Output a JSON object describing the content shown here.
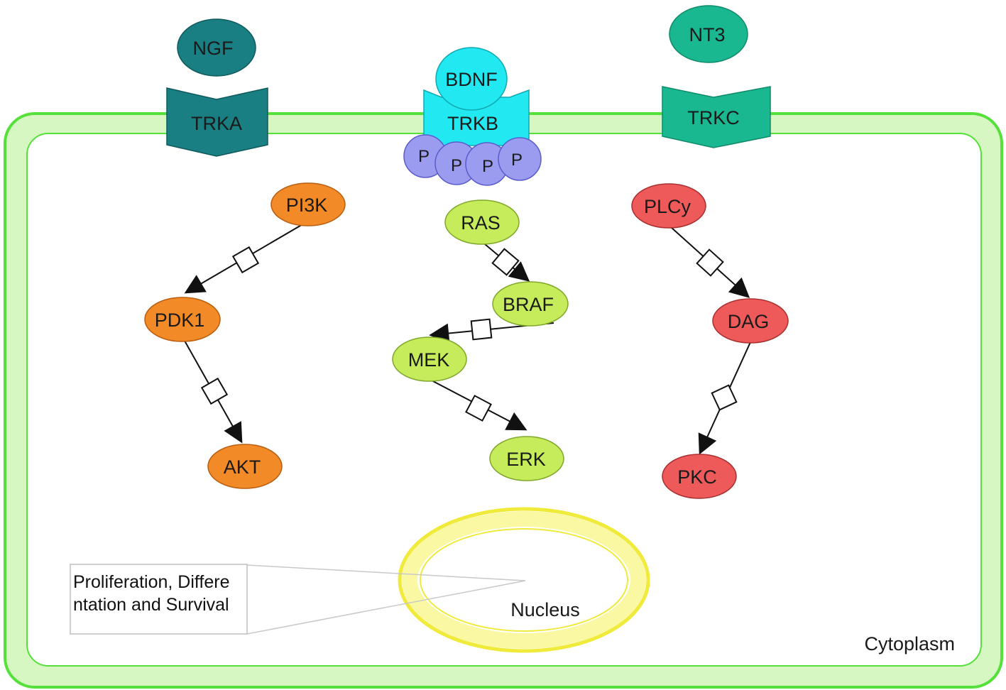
{
  "compartments": {
    "cytoplasm_label": "Cytoplasm",
    "nucleus_label": "Nucleus"
  },
  "ligands": {
    "ngf": "NGF",
    "bdnf": "BDNF",
    "nt3": "NT3"
  },
  "receptors": {
    "trka": "TRKA",
    "trkb": "TRKB",
    "trkc": "TRKC",
    "phospho": [
      "P",
      "P",
      "P",
      "P"
    ]
  },
  "pathways": {
    "pi3k": "PI3K",
    "pdk1": "PDK1",
    "akt": "AKT",
    "ras": "RAS",
    "braf": "BRAF",
    "mek": "MEK",
    "erk": "ERK",
    "plcy": "PLCy",
    "dag": "DAG",
    "pkc": "PKC"
  },
  "callout": {
    "line1": "Proliferation, Differe",
    "line2": "ntation and Survival"
  },
  "colors": {
    "membrane": "#55e03a",
    "membrane_fill": "#d6f7c2",
    "ngf_trka": "#1a7f82",
    "bdnf_trkb": "#22e8f2",
    "phospho": "#9b9cf0",
    "nt3_trkc": "#1ab890",
    "pi3k_path": "#f28a28",
    "ras_path": "#c6ec5c",
    "plc_path": "#ee5a5a",
    "nucleus": "#f8f57a"
  }
}
